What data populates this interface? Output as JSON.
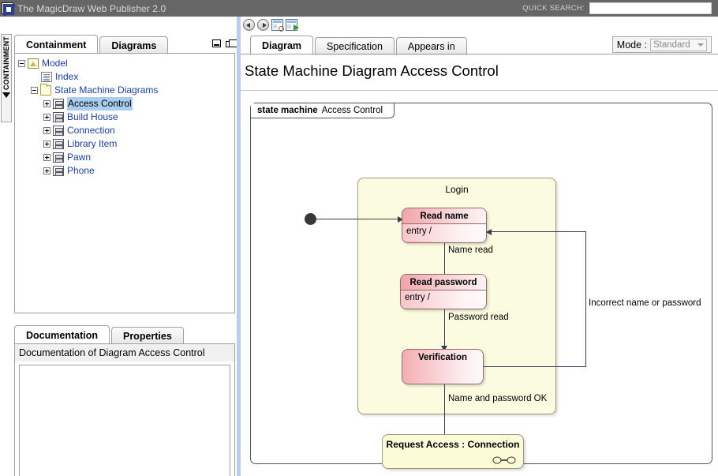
{
  "window": {
    "title": "The MagicDraw Web Publisher 2.0",
    "logo_icon": "magicdraw-logo-icon",
    "quick_search_label": "QUICK SEARCH:",
    "quick_search_value": "",
    "quick_search_placeholder": ""
  },
  "left_panel": {
    "vertical_strip_label": "CONTAINMENT",
    "collapse_icon": "triangle-collapse-icon",
    "tabs": [
      {
        "label": "Containment",
        "active": true
      },
      {
        "label": "Diagrams",
        "active": false
      }
    ],
    "panel_controls": [
      {
        "icon": "restore-window-icon"
      },
      {
        "icon": "cascade-windows-icon"
      }
    ],
    "tree": [
      {
        "label": "Model",
        "indent": 0,
        "expander": "minus",
        "icon": "package-icon",
        "selected": false
      },
      {
        "label": "Index",
        "indent": 1,
        "expander": "none",
        "icon": "document-icon",
        "selected": false
      },
      {
        "label": "State Machine Diagrams",
        "indent": 1,
        "expander": "minus",
        "icon": "folder-icon",
        "selected": false
      },
      {
        "label": "Access Control",
        "indent": 2,
        "expander": "plus",
        "icon": "state-machine-icon",
        "selected": true
      },
      {
        "label": "Build House",
        "indent": 2,
        "expander": "plus",
        "icon": "state-machine-icon",
        "selected": false
      },
      {
        "label": "Connection",
        "indent": 2,
        "expander": "plus",
        "icon": "state-machine-icon",
        "selected": false
      },
      {
        "label": "Library Item",
        "indent": 2,
        "expander": "plus",
        "icon": "state-machine-icon",
        "selected": false
      },
      {
        "label": "Pawn",
        "indent": 2,
        "expander": "plus",
        "icon": "state-machine-icon",
        "selected": false
      },
      {
        "label": "Phone",
        "indent": 2,
        "expander": "plus",
        "icon": "state-machine-icon",
        "selected": false
      }
    ],
    "bottom_tabs": [
      {
        "label": "Documentation",
        "active": true
      },
      {
        "label": "Properties",
        "active": false
      }
    ],
    "documentation_header": "Documentation of Diagram Access Control",
    "documentation_body": ""
  },
  "right_panel": {
    "toolbar": [
      {
        "icon": "back-arrow-icon"
      },
      {
        "icon": "forward-arrow-icon"
      },
      {
        "icon": "zoom-panel-icon"
      },
      {
        "icon": "open-in-new-panel-icon"
      }
    ],
    "tabs": [
      {
        "label": "Diagram",
        "active": true
      },
      {
        "label": "Specification",
        "active": false
      },
      {
        "label": "Appears in",
        "active": false
      }
    ],
    "mode_label": "Mode :",
    "mode_value": "Standard",
    "mode_caret_icon": "chevron-down-icon",
    "diagram_title": "State Machine Diagram Access Control"
  },
  "diagram": {
    "frame_stereotype": "state machine",
    "frame_name": "Access Control",
    "composite_state": {
      "name": "Login"
    },
    "initial_node_icon": "initial-state-icon",
    "states": [
      {
        "id": "read-name",
        "name": "Read name",
        "compartment": "entry /"
      },
      {
        "id": "read-password",
        "name": "Read password",
        "compartment": "entry /"
      },
      {
        "id": "verification",
        "name": "Verification",
        "compartment": ""
      }
    ],
    "submachine_state": {
      "name": "Request Access : Connection",
      "icon": "submachine-state-icon"
    },
    "transitions": [
      {
        "from": "initial",
        "to": "read-name",
        "label": ""
      },
      {
        "from": "read-name",
        "to": "read-password",
        "label": "Name read"
      },
      {
        "from": "read-password",
        "to": "verification",
        "label": "Password read"
      },
      {
        "from": "verification",
        "to": "read-name",
        "label": "Incorrect name or password"
      },
      {
        "from": "verification",
        "to": "request-access",
        "label": "Name and password OK"
      }
    ]
  },
  "colors": {
    "titlebar_bg": "#666666",
    "splitter": "#b9cdf0",
    "tree_link": "#1a3fb0",
    "tree_selection": "#a8cdee",
    "state_fill": "#f2aab0",
    "composite_fill": "#fbfbe0",
    "submachine_fill": "#fbfbd8",
    "edge": "#3a3a55"
  }
}
